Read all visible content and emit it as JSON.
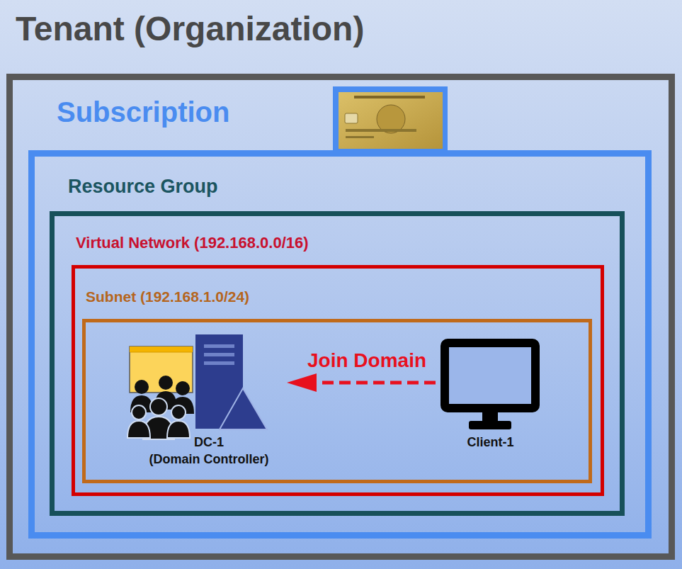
{
  "diagram": {
    "nodes": [
      {
        "text": [
          "Tenant (Organization)"
        ]
      },
      {
        "text": [
          "Subscription"
        ],
        "in": 0
      },
      {
        "text": [
          "Resource Group"
        ],
        "in": 1
      },
      {
        "text": [
          "Virtual Network (192.168.0.0/16)"
        ],
        "in": 2
      },
      {
        "text": [
          "Subnet (192.168.1.0/24)"
        ],
        "in": 3
      },
      {
        "text": [
          "DC-1",
          "(Domain Controller)"
        ],
        "in": 4
      },
      {
        "text": [
          "Client-1"
        ],
        "in": 4
      }
    ],
    "edges": [
      {
        "from": 6,
        "to": 5,
        "label": "Join Domain",
        "arrow": "to"
      }
    ]
  }
}
